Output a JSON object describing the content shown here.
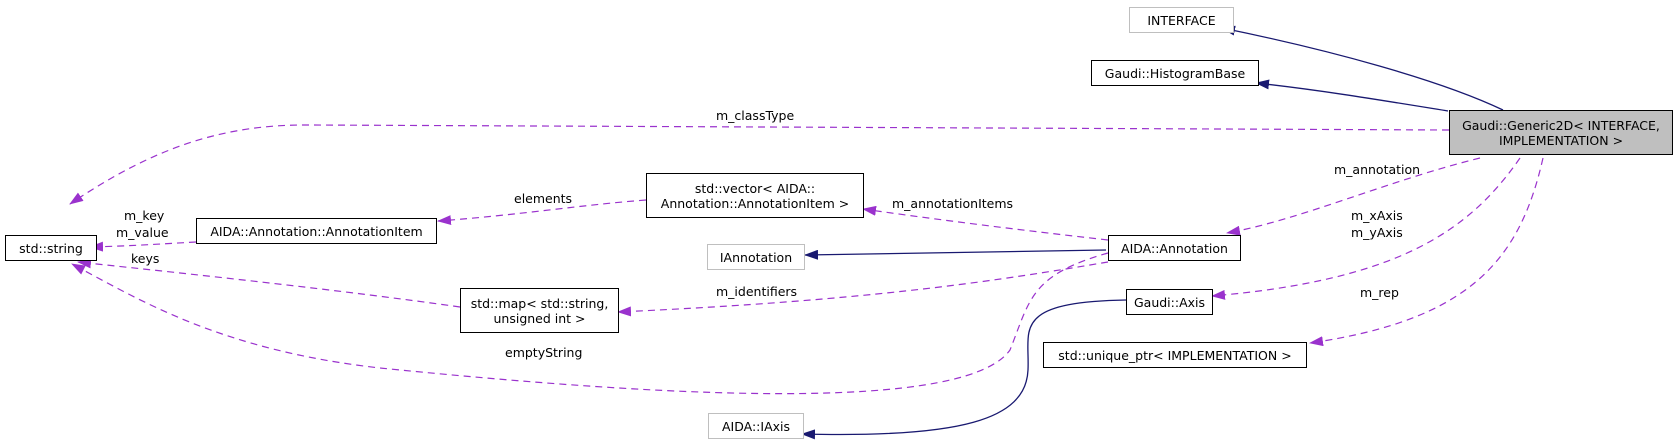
{
  "diagram": {
    "nodes": {
      "interface": {
        "label": "INTERFACE"
      },
      "histogram_base": {
        "label": "Gaudi::HistogramBase"
      },
      "generic2d": {
        "line1": "Gaudi::Generic2D< INTERFACE,",
        "line2": "IMPLEMENTATION >"
      },
      "std_string": {
        "label": "std::string"
      },
      "annotation_item": {
        "label": "AIDA::Annotation::AnnotationItem"
      },
      "vector": {
        "line1": "std::vector< AIDA::",
        "line2": "Annotation::AnnotationItem >"
      },
      "iannotation": {
        "label": "IAnnotation"
      },
      "aida_annotation": {
        "label": "AIDA::Annotation"
      },
      "map": {
        "line1": "std::map< std::string,",
        "line2": "unsigned int >"
      },
      "gaudi_axis": {
        "label": "Gaudi::Axis"
      },
      "unique_ptr": {
        "label": "std::unique_ptr< IMPLEMENTATION >"
      },
      "iaxis": {
        "label": "AIDA::IAxis"
      }
    },
    "edge_labels": {
      "m_classType": "m_classType",
      "m_annotation": "m_annotation",
      "elements": "elements",
      "m_annotationItems": "m_annotationItems",
      "m_key": "m_key",
      "m_value": "m_value",
      "keys": "keys",
      "m_identifiers": "m_identifiers",
      "m_xAxis": "m_xAxis",
      "m_yAxis": "m_yAxis",
      "m_rep": "m_rep",
      "emptyString": "emptyString"
    },
    "colors": {
      "inheritance": "#191970",
      "usage": "#9a32cd",
      "focus_fill": "#bfbfbf",
      "external_border": "#bfbfbf"
    }
  }
}
